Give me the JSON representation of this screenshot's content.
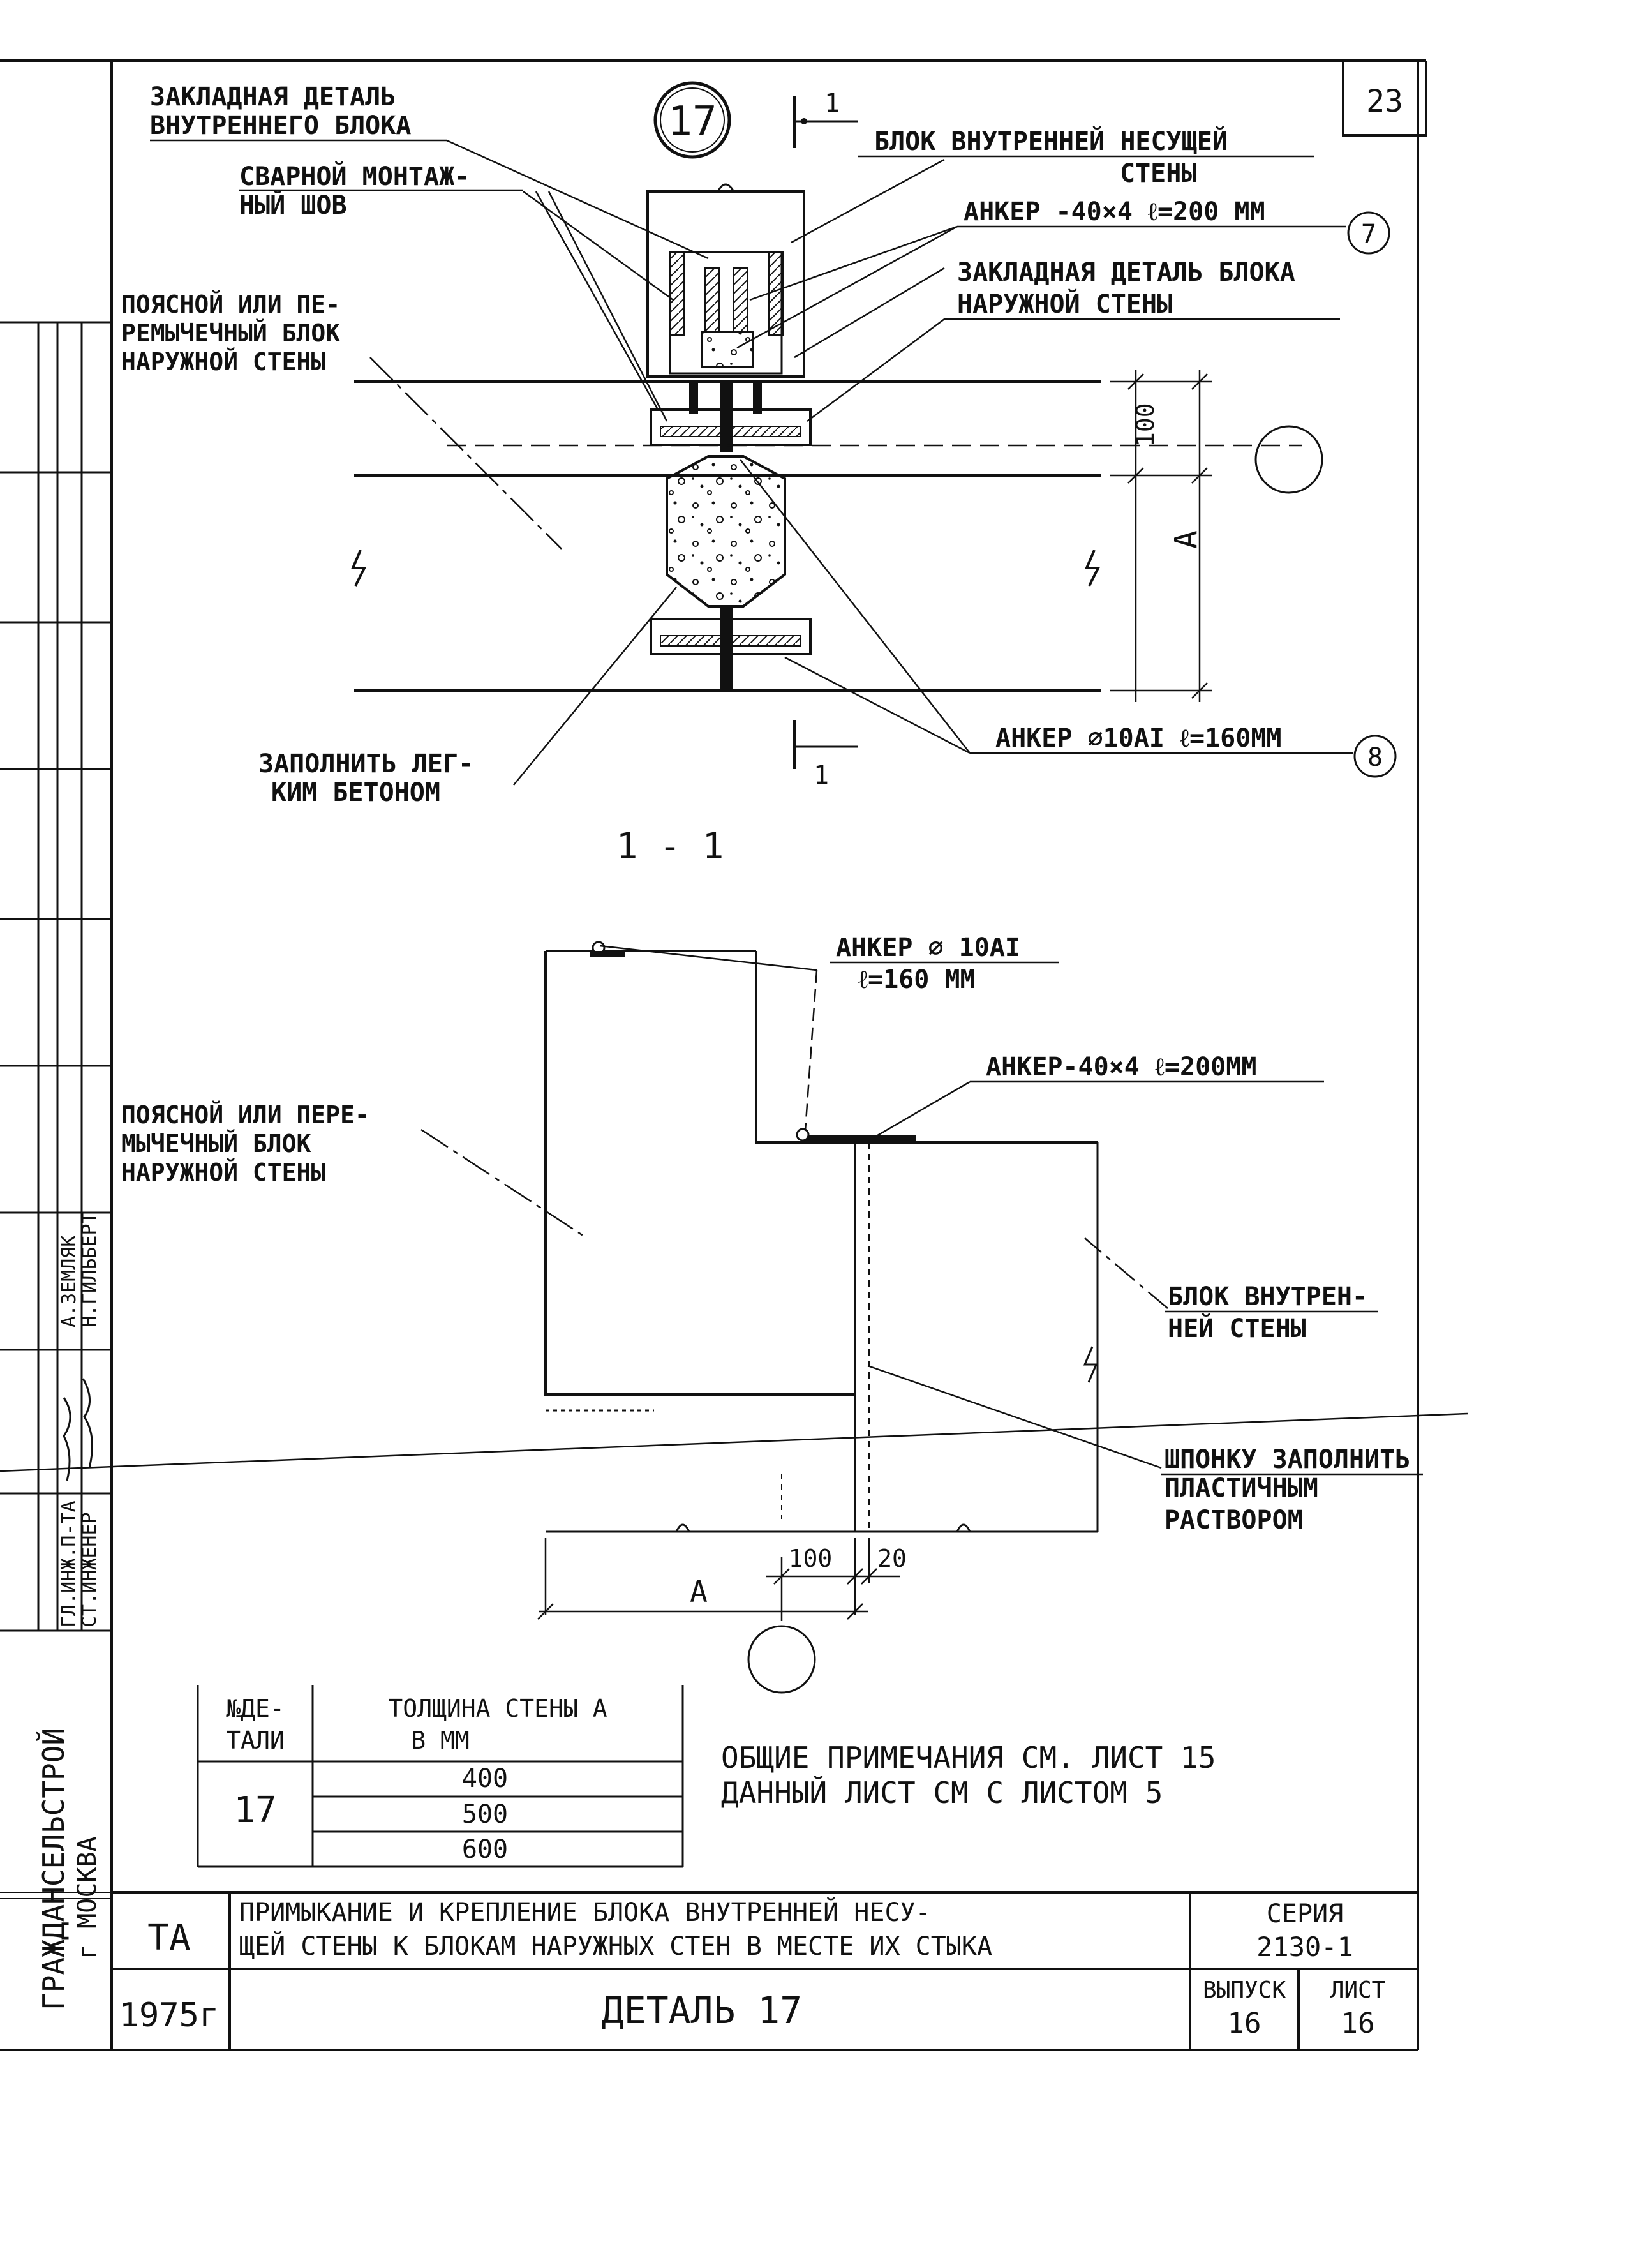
{
  "sheet_number_corner": "23",
  "detail_marker": "17",
  "section_marker": {
    "num": "1"
  },
  "plan": {
    "embedded_inner_line1": "ЗАКЛАДНАЯ ДЕТАЛЬ",
    "embedded_inner_line2": "ВНУТРЕННЕГО БЛОКА",
    "weld_line1": "СВАРНОЙ МОНТАЖ-",
    "weld_line2": "НЫЙ ШОВ",
    "inner_block_line1": "БЛОК ВНУТРЕННЕЙ НЕСУЩЕЙ",
    "inner_block_line2": "СТЕНЫ",
    "anchor_200": "АНКЕР -40×4 ℓ=200 ММ",
    "callout_7": "7",
    "embedded_outer_line1": "ЗАКЛАДНАЯ ДЕТАЛЬ БЛОКА",
    "embedded_outer_line2": "НАРУЖНОЙ СТЕНЫ",
    "belt_block_line1": "ПОЯСНОЙ ИЛИ ПЕ-",
    "belt_block_line2": "РЕМЫЧЕЧНЫЙ БЛОК",
    "belt_block_line3": "НАРУЖНОЙ СТЕНЫ",
    "dim_100": "100",
    "dim_a": "А",
    "fill_line1": "ЗАПОЛНИТЬ ЛЕГ-",
    "fill_line2": "КИМ БЕТОНОМ",
    "anchor_160": "АНКЕР ∅10АI ℓ=160ММ",
    "callout_8": "8"
  },
  "section": {
    "title": "1 - 1",
    "anchor_top_line1": "АНКЕР ∅ 10АI",
    "anchor_top_line2": "ℓ=160 ММ",
    "anchor_plate": "АНКЕР-40×4 ℓ=200ММ",
    "belt_line1": "ПОЯСНОЙ ИЛИ ПЕРЕ-",
    "belt_line2": "МЫЧЕЧНЫЙ БЛОК",
    "belt_line3": "НАРУЖНОЙ СТЕНЫ",
    "inner_line1": "БЛОК ВНУТРЕН-",
    "inner_line2": "НЕЙ СТЕНЫ",
    "key_line1": "ШПОНКУ ЗАПОЛНИТЬ",
    "key_line2": "ПЛАСТИЧНЫМ",
    "key_line3": "РАСТВОРОМ",
    "dim_100": "100",
    "dim_20": "20",
    "dim_a": "А"
  },
  "table": {
    "header_col1_line1": "№ДЕ-",
    "header_col1_line2": "ТАЛИ",
    "header_col2_line1": "ТОЛЩИНА СТЕНЫ А",
    "header_col2_line2": "В ММ",
    "detail": "17",
    "values": [
      "400",
      "500",
      "600"
    ]
  },
  "notes": {
    "line1": "ОБЩИЕ ПРИМЕЧАНИЯ СМ. ЛИСТ 15",
    "line2": "ДАННЫЙ ЛИСТ СМ С ЛИСТОМ 5"
  },
  "left_margin": {
    "org": "ГРАЖДАНСЕЛЬСТРОЙ",
    "city": "г МОСКВА",
    "role1": "ГЛ.ИНЖ.П-ТА",
    "role2": "СТ.ИНЖЕНЕР",
    "name1": "А.ЗЕМЛЯК",
    "name2": "Н.ГИЛЬБЕРТ"
  },
  "title_block": {
    "ta": "ТА",
    "year": "1975г",
    "title_line1": "ПРИМЫКАНИЕ И КРЕПЛЕНИЕ БЛОКА ВНУТРЕННЕЙ НЕСУ-",
    "title_line2": "ЩЕЙ СТЕНЫ К БЛОКАМ НАРУЖНЫХ СТЕН В МЕСТЕ ИХ СТЫКА",
    "detail_name": "ДЕТАЛЬ 17",
    "series_label": "СЕРИЯ",
    "series_value": "2130-1",
    "issue_label": "ВЫПУСК",
    "issue_value": "16",
    "sheet_label": "ЛИСТ",
    "sheet_value": "16"
  }
}
